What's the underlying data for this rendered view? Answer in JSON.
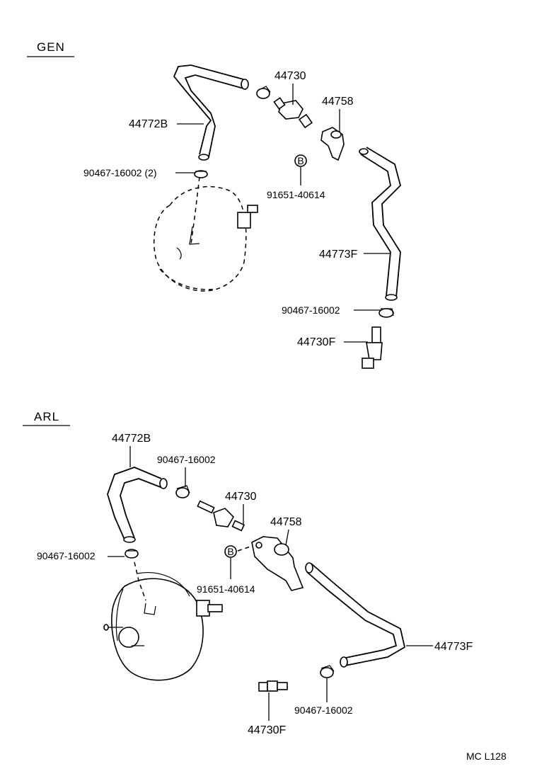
{
  "sections": {
    "gen": {
      "title": "GEN",
      "labels": {
        "hose_upper": "44772B",
        "check_valve": "44730",
        "bracket": "44758",
        "clamp": "90467-16002 (2)",
        "bolt_marker": "B",
        "bolt": "91651-40614",
        "hose_lower": "44773F",
        "clamp_lower": "90467-16002",
        "union": "44730F"
      }
    },
    "arl": {
      "title": "ARL",
      "labels": {
        "hose_upper": "44772B",
        "clamp_upper": "90467-16002",
        "check_valve": "44730",
        "bracket": "44758",
        "clamp_booster": "90467-16002",
        "bolt_marker": "B",
        "bolt": "91651-40614",
        "hose_lower": "44773F",
        "clamp_lower": "90467-16002",
        "union": "44730F"
      }
    }
  },
  "footer": {
    "code": "MC L128"
  }
}
